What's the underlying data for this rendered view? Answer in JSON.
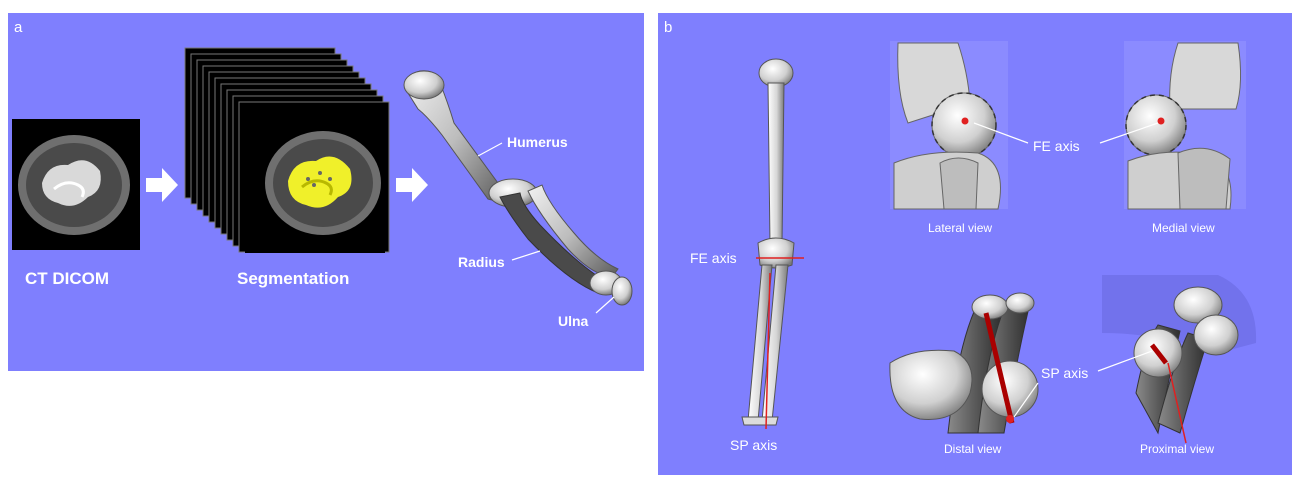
{
  "panel_a": {
    "letter": "a",
    "ct_label": "CT DICOM",
    "seg_label": "Segmentation",
    "bone_labels": {
      "humerus": "Humerus",
      "radius": "Radius",
      "ulna": "Ulna"
    }
  },
  "panel_b": {
    "letter": "b",
    "fe_axis_label": "FE axis",
    "sp_axis_label": "SP axis",
    "fe_axis_callout": "FE axis",
    "sp_axis_callout": "SP axis",
    "views": {
      "lateral": "Lateral view",
      "medial": "Medial view",
      "distal": "Distal view",
      "proximal": "Proximal view"
    }
  },
  "colors": {
    "background": "#7f7ffe",
    "bone": "#e6e6e6",
    "bone_shadow": "#8a8a8a",
    "axis": "#e02020",
    "highlight": "#f0f02a",
    "ct_black": "#000000"
  }
}
